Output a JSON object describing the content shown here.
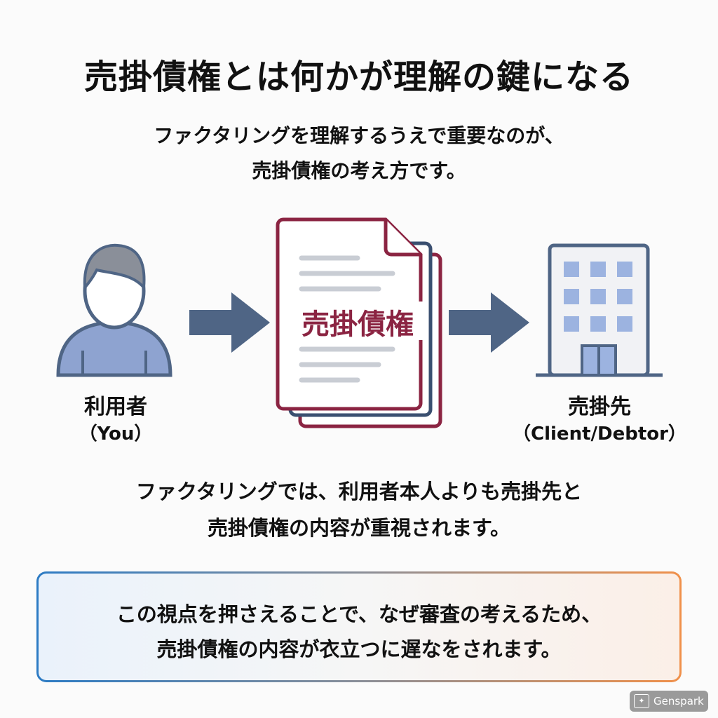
{
  "title": "売掛債権とは何かが理解の鍵になる",
  "subtitle": {
    "line1": "ファクタリングを理解するうえで重要なのが、",
    "line2": "売掛債権の考え方です。"
  },
  "user": {
    "label": "利用者",
    "sub": "（You）"
  },
  "document": {
    "label": "売掛債権"
  },
  "client": {
    "label": "売掛先",
    "sub": "（Client/Debtor）"
  },
  "middle": {
    "line1": "ファクタリングでは、利用者本人よりも売掛先と",
    "line2": "売掛債権の内容が重視されます。"
  },
  "callout": {
    "line1": "この視点を押さえることで、なぜ審査の考えるため、",
    "line2": "売掛債権の内容が衣立つに遅なをされます。"
  },
  "badge": {
    "label": "Genspark"
  },
  "colors": {
    "accent": "#8b2442",
    "arrow": "#4f6585",
    "person": "#8ea3d0",
    "window": "#9cb3e0"
  }
}
